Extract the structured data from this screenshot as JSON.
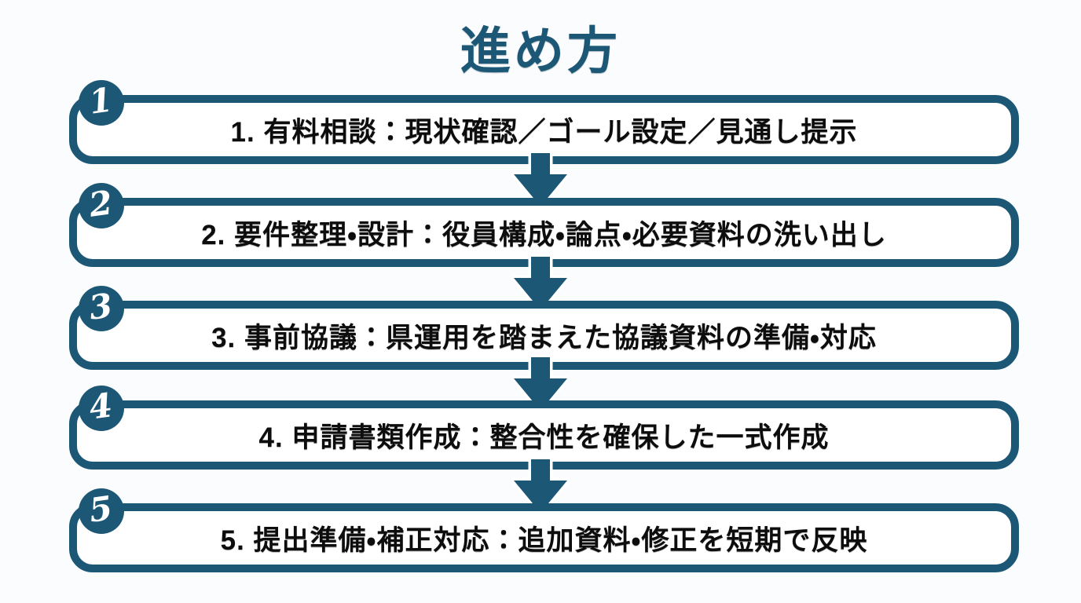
{
  "title": "進め方",
  "colors": {
    "accent": "#1c5876",
    "box_text": "#0d0d0d",
    "background": "#fbfcfd",
    "badge_text": "#ffffff"
  },
  "steps": [
    {
      "number": "1",
      "label": "1. 有料相談：現状確認／ゴール設定／見通し提示"
    },
    {
      "number": "2",
      "label": "2. 要件整理・設計：役員構成・論点・必要資料の洗い出し"
    },
    {
      "number": "3",
      "label": "3. 事前協議：県運用を踏まえた協議資料の準備・対応"
    },
    {
      "number": "4",
      "label": "4. 申請書類作成：整合性を確保した一式作成"
    },
    {
      "number": "5",
      "label": "5. 提出準備・補正対応：追加資料・修正を短期で反映"
    }
  ],
  "icons": {
    "connector": "down-arrow-icon"
  }
}
